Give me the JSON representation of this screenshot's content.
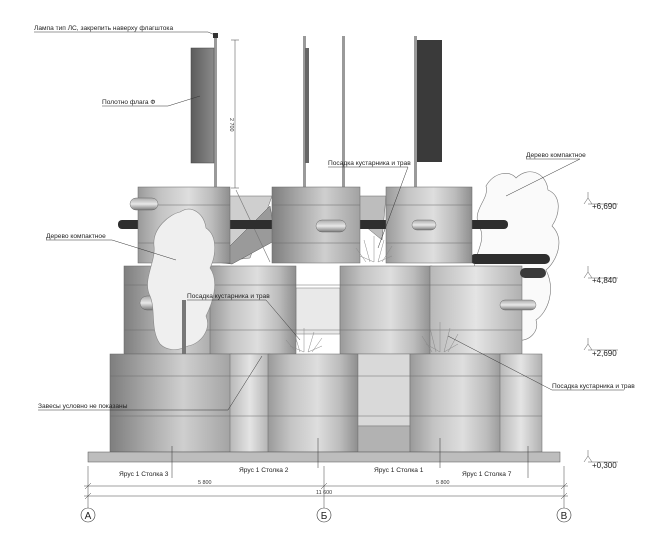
{
  "callouts": {
    "lamp": "Лампа тип ЛС, закрепить наверху флагштока",
    "flag_cloth": "Полотно флага Ф",
    "tree_right": "Дерево компактное",
    "shrubs_top": "Посадка кустарника и трав",
    "tree_left": "Дерево компактное",
    "shrubs_mid": "Посадка кустарника и трав",
    "curtains": "Завесы условно не показаны",
    "shrubs_right": "Посадка кустарника и трав"
  },
  "flag_height": "2 700",
  "elevations": [
    "+6,690",
    "+4,840",
    "+2,690",
    "+0,300"
  ],
  "columns": [
    "Ярус 1 Столка 3",
    "Ярус 1 Столка 2",
    "Ярус 1 Столка 1",
    "Ярус 1 Столка 7"
  ],
  "dimensions": {
    "left": "5 800",
    "total": "11 600",
    "right": "5 800"
  },
  "axes": [
    "А",
    "Б",
    "В"
  ],
  "colors": {
    "cylinder_light": "#d6d6d6",
    "cylinder_dark": "#8c8c8c",
    "flag_dark": "#3a3a3a",
    "flag_mid": "#7a7a7a"
  }
}
